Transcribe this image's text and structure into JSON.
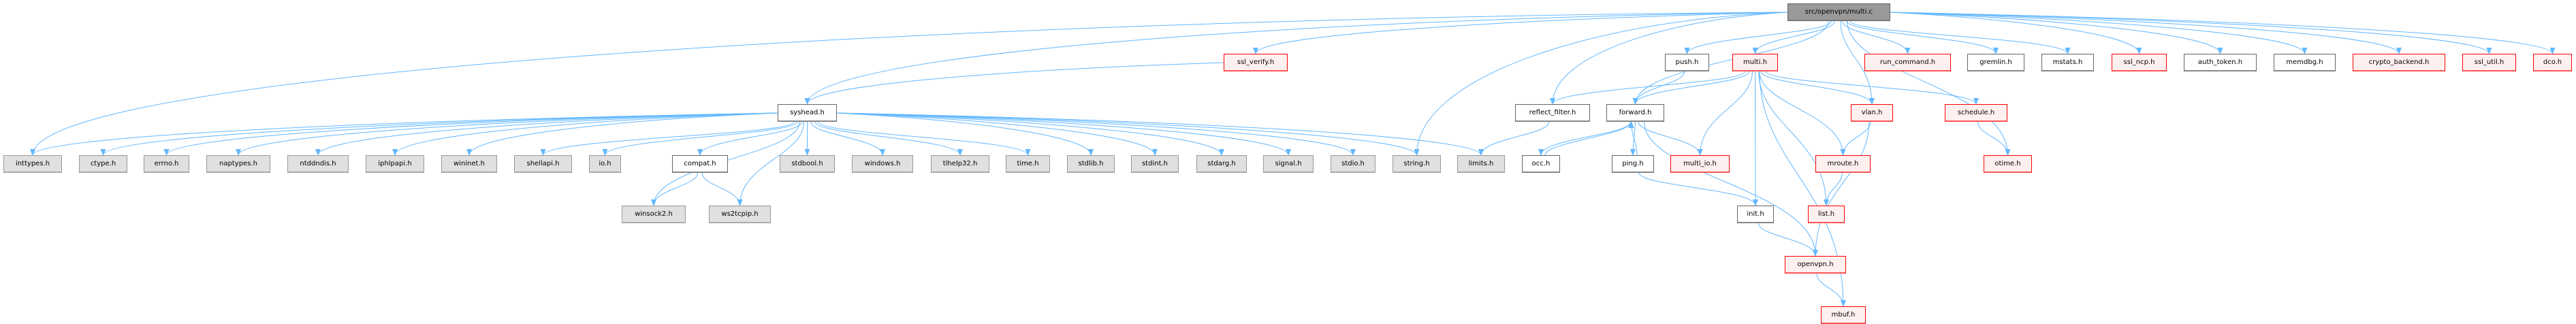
{
  "graph": {
    "root": "src/openvpn/multi.c",
    "edge_color": "#63b8ff",
    "nodes": [
      {
        "id": "multi_c",
        "label": "src/openvpn/multi.c",
        "kind": "root"
      },
      {
        "id": "ssl_verify",
        "label": "ssl_verify.h",
        "kind": "red"
      },
      {
        "id": "push",
        "label": "push.h",
        "kind": "doc"
      },
      {
        "id": "multi_h",
        "label": "multi.h",
        "kind": "red"
      },
      {
        "id": "run_command",
        "label": "run_command.h",
        "kind": "red"
      },
      {
        "id": "gremlin",
        "label": "gremlin.h",
        "kind": "doc"
      },
      {
        "id": "mstats",
        "label": "mstats.h",
        "kind": "doc"
      },
      {
        "id": "ssl_ncp",
        "label": "ssl_ncp.h",
        "kind": "red"
      },
      {
        "id": "auth_token",
        "label": "auth_token.h",
        "kind": "doc"
      },
      {
        "id": "memdbg",
        "label": "memdbg.h",
        "kind": "doc"
      },
      {
        "id": "crypto_backend",
        "label": "crypto_backend.h",
        "kind": "red"
      },
      {
        "id": "ssl_util",
        "label": "ssl_util.h",
        "kind": "red"
      },
      {
        "id": "dco",
        "label": "dco.h",
        "kind": "red"
      },
      {
        "id": "syshead",
        "label": "syshead.h",
        "kind": "doc"
      },
      {
        "id": "reflect_filter",
        "label": "reflect_filter.h",
        "kind": "doc"
      },
      {
        "id": "forward",
        "label": "forward.h",
        "kind": "doc"
      },
      {
        "id": "vlan",
        "label": "vlan.h",
        "kind": "red"
      },
      {
        "id": "schedule",
        "label": "schedule.h",
        "kind": "red"
      },
      {
        "id": "inttypes",
        "label": "inttypes.h",
        "kind": "ext"
      },
      {
        "id": "ctype",
        "label": "ctype.h",
        "kind": "ext"
      },
      {
        "id": "errno",
        "label": "errno.h",
        "kind": "ext"
      },
      {
        "id": "naptypes",
        "label": "naptypes.h",
        "kind": "ext"
      },
      {
        "id": "ntddndis",
        "label": "ntddndis.h",
        "kind": "ext"
      },
      {
        "id": "iphlpapi",
        "label": "iphlpapi.h",
        "kind": "ext"
      },
      {
        "id": "wininet",
        "label": "wininet.h",
        "kind": "ext"
      },
      {
        "id": "shellapi",
        "label": "shellapi.h",
        "kind": "ext"
      },
      {
        "id": "io",
        "label": "io.h",
        "kind": "ext"
      },
      {
        "id": "compat",
        "label": "compat.h",
        "kind": "doc"
      },
      {
        "id": "stdbool",
        "label": "stdbool.h",
        "kind": "ext"
      },
      {
        "id": "windows",
        "label": "windows.h",
        "kind": "ext"
      },
      {
        "id": "tlhelp32",
        "label": "tlhelp32.h",
        "kind": "ext"
      },
      {
        "id": "time",
        "label": "time.h",
        "kind": "ext"
      },
      {
        "id": "stdlib",
        "label": "stdlib.h",
        "kind": "ext"
      },
      {
        "id": "stdint",
        "label": "stdint.h",
        "kind": "ext"
      },
      {
        "id": "stdarg",
        "label": "stdarg.h",
        "kind": "ext"
      },
      {
        "id": "signal",
        "label": "signal.h",
        "kind": "ext"
      },
      {
        "id": "stdio",
        "label": "stdio.h",
        "kind": "ext"
      },
      {
        "id": "string",
        "label": "string.h",
        "kind": "ext"
      },
      {
        "id": "limits",
        "label": "limits.h",
        "kind": "ext"
      },
      {
        "id": "occ",
        "label": "occ.h",
        "kind": "doc"
      },
      {
        "id": "ping",
        "label": "ping.h",
        "kind": "doc"
      },
      {
        "id": "multi_io",
        "label": "multi_io.h",
        "kind": "red"
      },
      {
        "id": "mroute",
        "label": "mroute.h",
        "kind": "red"
      },
      {
        "id": "otime",
        "label": "otime.h",
        "kind": "red"
      },
      {
        "id": "winsock2",
        "label": "winsock2.h",
        "kind": "ext"
      },
      {
        "id": "ws2tcpip",
        "label": "ws2tcpip.h",
        "kind": "ext"
      },
      {
        "id": "init",
        "label": "init.h",
        "kind": "doc"
      },
      {
        "id": "list",
        "label": "list.h",
        "kind": "red"
      },
      {
        "id": "openvpn",
        "label": "openvpn.h",
        "kind": "red"
      },
      {
        "id": "mbuf",
        "label": "mbuf.h",
        "kind": "red"
      }
    ],
    "edges": [
      [
        "multi_c",
        "syshead"
      ],
      [
        "multi_c",
        "ssl_verify"
      ],
      [
        "multi_c",
        "inttypes"
      ],
      [
        "multi_c",
        "string"
      ],
      [
        "multi_c",
        "reflect_filter"
      ],
      [
        "multi_c",
        "forward"
      ],
      [
        "multi_c",
        "push"
      ],
      [
        "multi_c",
        "multi_h"
      ],
      [
        "multi_c",
        "vlan"
      ],
      [
        "multi_c",
        "otime"
      ],
      [
        "multi_c",
        "run_command"
      ],
      [
        "multi_c",
        "gremlin"
      ],
      [
        "multi_c",
        "mstats"
      ],
      [
        "multi_c",
        "ssl_ncp"
      ],
      [
        "multi_c",
        "auth_token"
      ],
      [
        "multi_c",
        "memdbg"
      ],
      [
        "multi_c",
        "crypto_backend"
      ],
      [
        "multi_c",
        "ssl_util"
      ],
      [
        "multi_c",
        "dco"
      ],
      [
        "ssl_verify",
        "syshead"
      ],
      [
        "syshead",
        "inttypes"
      ],
      [
        "syshead",
        "ctype"
      ],
      [
        "syshead",
        "errno"
      ],
      [
        "syshead",
        "naptypes"
      ],
      [
        "syshead",
        "ntddndis"
      ],
      [
        "syshead",
        "iphlpapi"
      ],
      [
        "syshead",
        "wininet"
      ],
      [
        "syshead",
        "shellapi"
      ],
      [
        "syshead",
        "io"
      ],
      [
        "syshead",
        "compat"
      ],
      [
        "syshead",
        "winsock2"
      ],
      [
        "syshead",
        "ws2tcpip"
      ],
      [
        "syshead",
        "stdbool"
      ],
      [
        "syshead",
        "windows"
      ],
      [
        "syshead",
        "tlhelp32"
      ],
      [
        "syshead",
        "time"
      ],
      [
        "syshead",
        "stdlib"
      ],
      [
        "syshead",
        "stdint"
      ],
      [
        "syshead",
        "stdarg"
      ],
      [
        "syshead",
        "signal"
      ],
      [
        "syshead",
        "stdio"
      ],
      [
        "syshead",
        "string"
      ],
      [
        "syshead",
        "limits"
      ],
      [
        "compat",
        "winsock2"
      ],
      [
        "compat",
        "ws2tcpip"
      ],
      [
        "reflect_filter",
        "limits"
      ],
      [
        "push",
        "forward"
      ],
      [
        "multi_h",
        "reflect_filter"
      ],
      [
        "multi_h",
        "forward"
      ],
      [
        "multi_h",
        "multi_io"
      ],
      [
        "multi_h",
        "init"
      ],
      [
        "multi_h",
        "list"
      ],
      [
        "multi_h",
        "mroute"
      ],
      [
        "multi_h",
        "vlan"
      ],
      [
        "multi_h",
        "schedule"
      ],
      [
        "multi_h",
        "mbuf"
      ],
      [
        "forward",
        "occ"
      ],
      [
        "forward",
        "ping"
      ],
      [
        "forward",
        "multi_io"
      ],
      [
        "forward",
        "openvpn"
      ],
      [
        "occ",
        "forward"
      ],
      [
        "ping",
        "forward"
      ],
      [
        "ping",
        "init"
      ],
      [
        "init",
        "openvpn"
      ],
      [
        "vlan",
        "mroute"
      ],
      [
        "vlan",
        "openvpn"
      ],
      [
        "mroute",
        "list"
      ],
      [
        "schedule",
        "otime"
      ],
      [
        "openvpn",
        "mbuf"
      ]
    ]
  }
}
